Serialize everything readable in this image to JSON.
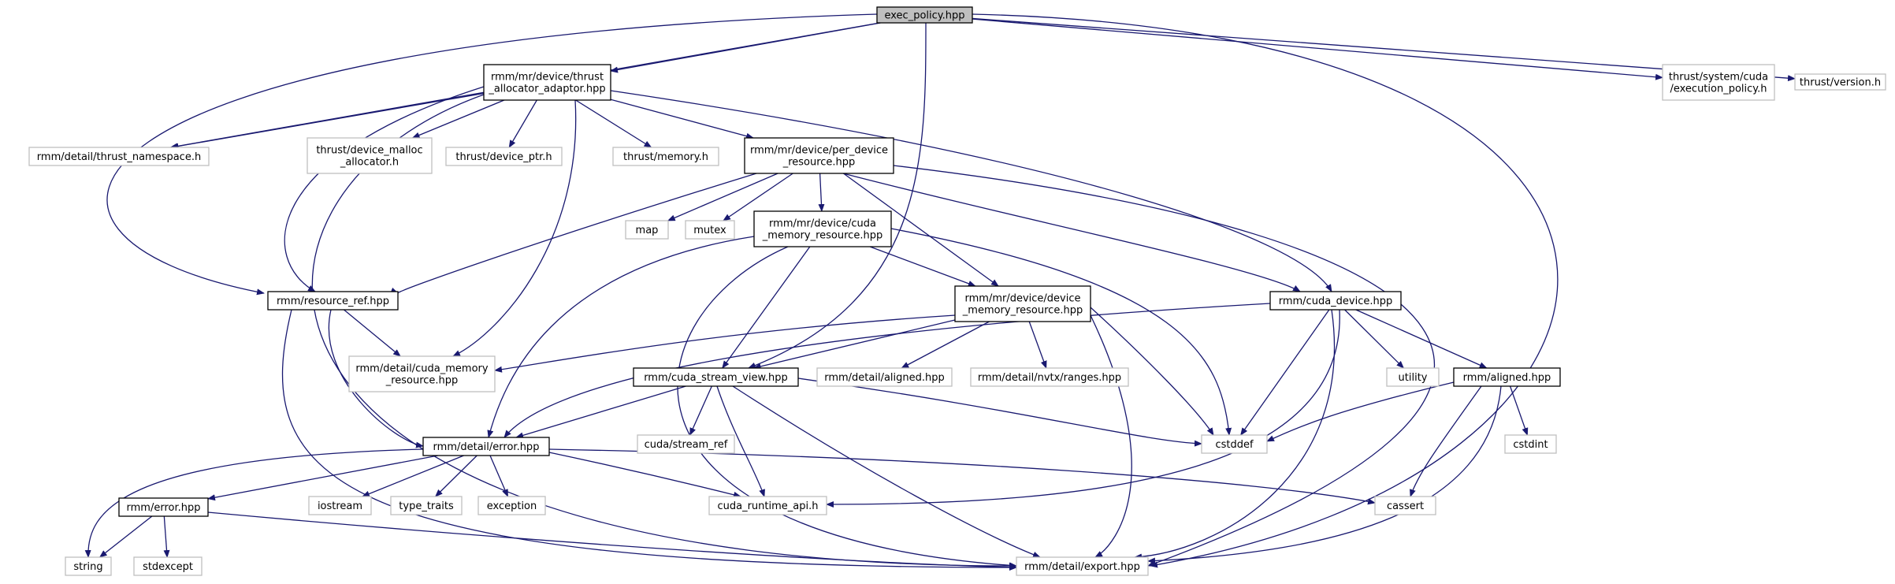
{
  "colors": {
    "edge": "#191970",
    "root_fill": "#bfbfbf",
    "node_border_documented": "#000000",
    "node_border_external": "#bfbfbf",
    "node_fill": "#ffffff",
    "text": "#000000"
  },
  "graph": {
    "title": "exec_policy.hpp",
    "nodes": [
      {
        "id": "exec_policy",
        "lines": [
          "exec_policy.hpp"
        ],
        "kind": "root"
      },
      {
        "id": "thrust_allocator_adaptor",
        "lines": [
          "rmm/mr/device/thrust",
          "_allocator_adaptor.hpp"
        ],
        "kind": "documented"
      },
      {
        "id": "thrust_system_cuda_exec",
        "lines": [
          "thrust/system/cuda",
          "/execution_policy.h"
        ],
        "kind": "external"
      },
      {
        "id": "thrust_version",
        "lines": [
          "thrust/version.h"
        ],
        "kind": "external"
      },
      {
        "id": "thrust_namespace",
        "lines": [
          "rmm/detail/thrust_namespace.h"
        ],
        "kind": "external"
      },
      {
        "id": "thrust_device_malloc",
        "lines": [
          "thrust/device_malloc",
          "_allocator.h"
        ],
        "kind": "external"
      },
      {
        "id": "thrust_device_ptr",
        "lines": [
          "thrust/device_ptr.h"
        ],
        "kind": "external"
      },
      {
        "id": "thrust_memory",
        "lines": [
          "thrust/memory.h"
        ],
        "kind": "external"
      },
      {
        "id": "per_device_resource",
        "lines": [
          "rmm/mr/device/per_device",
          "_resource.hpp"
        ],
        "kind": "documented"
      },
      {
        "id": "map",
        "lines": [
          "map"
        ],
        "kind": "external"
      },
      {
        "id": "mutex",
        "lines": [
          "mutex"
        ],
        "kind": "external"
      },
      {
        "id": "cuda_memory_resource",
        "lines": [
          "rmm/mr/device/cuda",
          "_memory_resource.hpp"
        ],
        "kind": "documented"
      },
      {
        "id": "resource_ref",
        "lines": [
          "rmm/resource_ref.hpp"
        ],
        "kind": "documented"
      },
      {
        "id": "device_memory_resource",
        "lines": [
          "rmm/mr/device/device",
          "_memory_resource.hpp"
        ],
        "kind": "documented"
      },
      {
        "id": "cuda_device",
        "lines": [
          "rmm/cuda_device.hpp"
        ],
        "kind": "documented"
      },
      {
        "id": "detail_cuda_memory_resource",
        "lines": [
          "rmm/detail/cuda_memory",
          "_resource.hpp"
        ],
        "kind": "external"
      },
      {
        "id": "cuda_stream_view",
        "lines": [
          "rmm/cuda_stream_view.hpp"
        ],
        "kind": "documented"
      },
      {
        "id": "detail_aligned",
        "lines": [
          "rmm/detail/aligned.hpp"
        ],
        "kind": "external"
      },
      {
        "id": "nvtx_ranges",
        "lines": [
          "rmm/detail/nvtx/ranges.hpp"
        ],
        "kind": "external"
      },
      {
        "id": "utility",
        "lines": [
          "utility"
        ],
        "kind": "external"
      },
      {
        "id": "aligned",
        "lines": [
          "rmm/aligned.hpp"
        ],
        "kind": "documented"
      },
      {
        "id": "cstddef",
        "lines": [
          "cstddef"
        ],
        "kind": "external"
      },
      {
        "id": "cstdint",
        "lines": [
          "cstdint"
        ],
        "kind": "external"
      },
      {
        "id": "cuda_stream_ref",
        "lines": [
          "cuda/stream_ref"
        ],
        "kind": "external"
      },
      {
        "id": "detail_error",
        "lines": [
          "rmm/detail/error.hpp"
        ],
        "kind": "documented"
      },
      {
        "id": "error",
        "lines": [
          "rmm/error.hpp"
        ],
        "kind": "documented"
      },
      {
        "id": "iostream",
        "lines": [
          "iostream"
        ],
        "kind": "external"
      },
      {
        "id": "type_traits",
        "lines": [
          "type_traits"
        ],
        "kind": "external"
      },
      {
        "id": "exception",
        "lines": [
          "exception"
        ],
        "kind": "external"
      },
      {
        "id": "cuda_runtime_api",
        "lines": [
          "cuda_runtime_api.h"
        ],
        "kind": "external"
      },
      {
        "id": "cassert",
        "lines": [
          "cassert"
        ],
        "kind": "external"
      },
      {
        "id": "string",
        "lines": [
          "string"
        ],
        "kind": "external"
      },
      {
        "id": "stdexcept",
        "lines": [
          "stdexcept"
        ],
        "kind": "external"
      },
      {
        "id": "export",
        "lines": [
          "rmm/detail/export.hpp"
        ],
        "kind": "external"
      }
    ],
    "edges": [
      {
        "from": "exec_policy",
        "to": "thrust_allocator_adaptor"
      },
      {
        "from": "exec_policy",
        "to": "thrust_system_cuda_exec"
      },
      {
        "from": "exec_policy",
        "to": "thrust_version"
      },
      {
        "from": "exec_policy",
        "to": "thrust_namespace"
      },
      {
        "from": "exec_policy",
        "to": "resource_ref"
      },
      {
        "from": "exec_policy",
        "to": "cuda_stream_view"
      },
      {
        "from": "exec_policy",
        "to": "export"
      },
      {
        "from": "thrust_allocator_adaptor",
        "to": "thrust_namespace"
      },
      {
        "from": "thrust_allocator_adaptor",
        "to": "thrust_device_malloc"
      },
      {
        "from": "thrust_allocator_adaptor",
        "to": "thrust_device_ptr"
      },
      {
        "from": "thrust_allocator_adaptor",
        "to": "thrust_memory"
      },
      {
        "from": "thrust_allocator_adaptor",
        "to": "per_device_resource"
      },
      {
        "from": "thrust_allocator_adaptor",
        "to": "cuda_device"
      },
      {
        "from": "thrust_allocator_adaptor",
        "to": "resource_ref"
      },
      {
        "from": "thrust_allocator_adaptor",
        "to": "detail_cuda_memory_resource"
      },
      {
        "from": "thrust_allocator_adaptor",
        "to": "export"
      },
      {
        "from": "per_device_resource",
        "to": "map"
      },
      {
        "from": "per_device_resource",
        "to": "mutex"
      },
      {
        "from": "per_device_resource",
        "to": "cuda_memory_resource"
      },
      {
        "from": "per_device_resource",
        "to": "device_memory_resource"
      },
      {
        "from": "per_device_resource",
        "to": "resource_ref"
      },
      {
        "from": "per_device_resource",
        "to": "cuda_device"
      },
      {
        "from": "per_device_resource",
        "to": "export"
      },
      {
        "from": "cuda_memory_resource",
        "to": "device_memory_resource"
      },
      {
        "from": "cuda_memory_resource",
        "to": "cuda_stream_view"
      },
      {
        "from": "cuda_memory_resource",
        "to": "detail_error"
      },
      {
        "from": "cuda_memory_resource",
        "to": "cstddef"
      },
      {
        "from": "cuda_memory_resource",
        "to": "export"
      },
      {
        "from": "device_memory_resource",
        "to": "cuda_stream_view"
      },
      {
        "from": "device_memory_resource",
        "to": "detail_aligned"
      },
      {
        "from": "device_memory_resource",
        "to": "nvtx_ranges"
      },
      {
        "from": "device_memory_resource",
        "to": "detail_cuda_memory_resource"
      },
      {
        "from": "device_memory_resource",
        "to": "cstddef"
      },
      {
        "from": "device_memory_resource",
        "to": "export"
      },
      {
        "from": "cuda_device",
        "to": "utility"
      },
      {
        "from": "cuda_device",
        "to": "aligned"
      },
      {
        "from": "cuda_device",
        "to": "cstddef"
      },
      {
        "from": "cuda_device",
        "to": "detail_error"
      },
      {
        "from": "cuda_device",
        "to": "cuda_runtime_api"
      },
      {
        "from": "cuda_device",
        "to": "export"
      },
      {
        "from": "resource_ref",
        "to": "detail_cuda_memory_resource"
      },
      {
        "from": "resource_ref",
        "to": "detail_error"
      },
      {
        "from": "resource_ref",
        "to": "export"
      },
      {
        "from": "cuda_stream_view",
        "to": "cuda_stream_ref"
      },
      {
        "from": "cuda_stream_view",
        "to": "detail_error"
      },
      {
        "from": "cuda_stream_view",
        "to": "cuda_runtime_api"
      },
      {
        "from": "cuda_stream_view",
        "to": "cstddef"
      },
      {
        "from": "cuda_stream_view",
        "to": "export"
      },
      {
        "from": "aligned",
        "to": "cstddef"
      },
      {
        "from": "aligned",
        "to": "cstdint"
      },
      {
        "from": "aligned",
        "to": "cassert"
      },
      {
        "from": "aligned",
        "to": "export"
      },
      {
        "from": "detail_error",
        "to": "error"
      },
      {
        "from": "detail_error",
        "to": "iostream"
      },
      {
        "from": "detail_error",
        "to": "type_traits"
      },
      {
        "from": "detail_error",
        "to": "exception"
      },
      {
        "from": "detail_error",
        "to": "cuda_runtime_api"
      },
      {
        "from": "detail_error",
        "to": "cassert"
      },
      {
        "from": "detail_error",
        "to": "string"
      },
      {
        "from": "error",
        "to": "string"
      },
      {
        "from": "error",
        "to": "stdexcept"
      },
      {
        "from": "error",
        "to": "export"
      }
    ]
  }
}
